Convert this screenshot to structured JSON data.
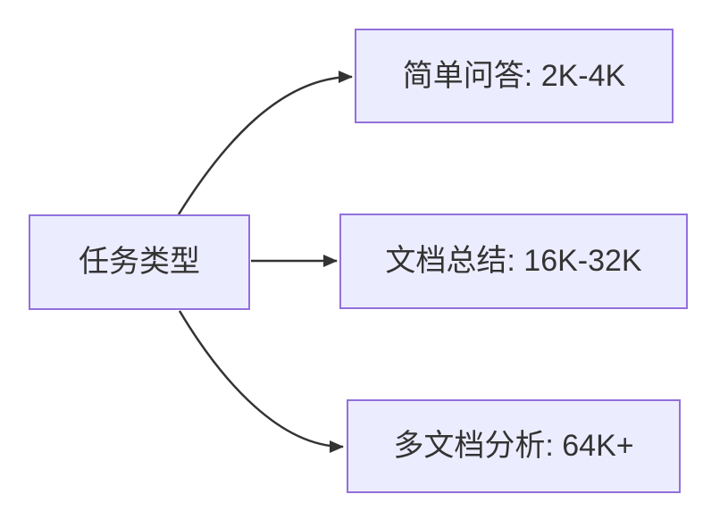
{
  "diagram": {
    "type": "flowchart-left-to-right",
    "colors": {
      "background": "#ffffff",
      "node_fill": "#ECECFF",
      "node_border": "#9370DB",
      "edge": "#333333",
      "text": "#333333"
    },
    "nodes": {
      "root": {
        "label": "任务类型"
      },
      "leaf1": {
        "label": "简单问答: 2K-4K"
      },
      "leaf2": {
        "label": "文档总结: 16K-32K"
      },
      "leaf3": {
        "label": "多文档分析: 64K+"
      }
    },
    "edges": [
      {
        "from": "root",
        "to": "leaf1",
        "arrow": "triangle"
      },
      {
        "from": "root",
        "to": "leaf2",
        "arrow": "triangle"
      },
      {
        "from": "root",
        "to": "leaf3",
        "arrow": "triangle"
      }
    ]
  }
}
